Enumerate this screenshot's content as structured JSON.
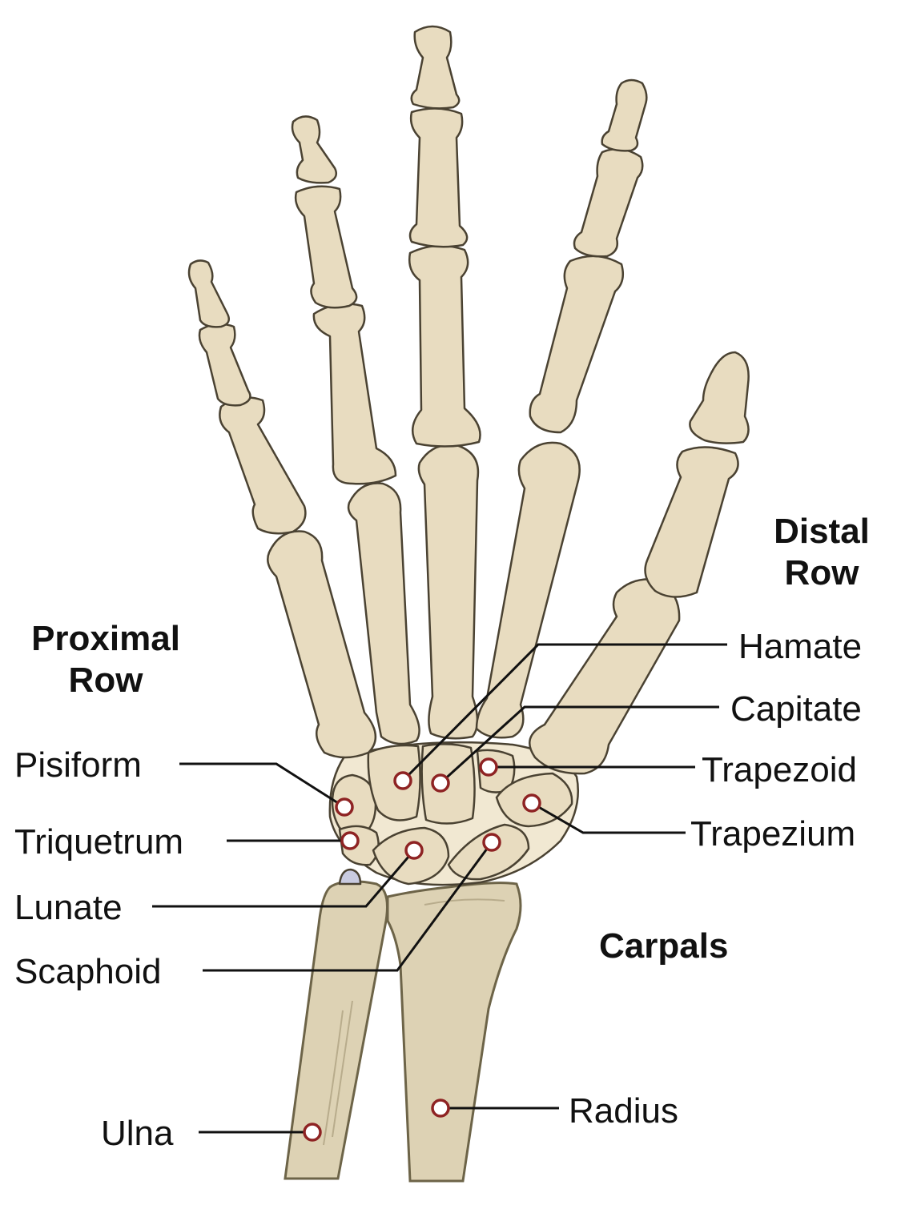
{
  "headings": {
    "proximal_row": [
      "Proximal",
      "Row"
    ],
    "distal_row": [
      "Distal",
      "Row"
    ],
    "carpals": "Carpals"
  },
  "labels": {
    "pisiform": "Pisiform",
    "triquetrum": "Triquetrum",
    "lunate": "Lunate",
    "scaphoid": "Scaphoid",
    "ulna": "Ulna",
    "hamate": "Hamate",
    "capitate": "Capitate",
    "trapezoid": "Trapezoid",
    "trapezium": "Trapezium",
    "radius": "Radius"
  },
  "colors": {
    "bone": "#e8dcc0",
    "forearm_bone": "#ddd2b4",
    "marker_outline": "#8e2323",
    "leader_line": "#111111"
  }
}
